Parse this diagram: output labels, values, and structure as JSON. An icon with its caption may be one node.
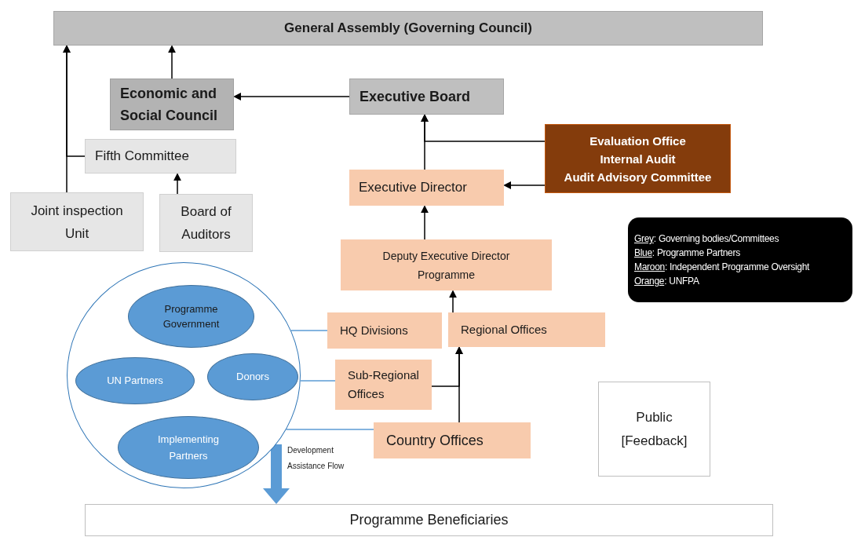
{
  "diagram": {
    "nodes": [
      {
        "text": [
          "General Assembly (Governing Council)"
        ]
      },
      {
        "text": [
          "Economic and Social Council"
        ]
      },
      {
        "text": [
          "Executive Board"
        ]
      },
      {
        "text": [
          "Fifth Committee"
        ]
      },
      {
        "text": [
          "Joint inspection Unit"
        ]
      },
      {
        "text": [
          "Board of Auditors"
        ]
      },
      {
        "text": [
          "Evaluation Office",
          "Internal Audit",
          "Audit Advisory Committee"
        ]
      },
      {
        "text": [
          "Executive Director"
        ]
      },
      {
        "text": [
          "Deputy Executive Director Programme"
        ]
      },
      {
        "text": [],
        "shape": "circle"
      },
      {
        "text": [
          "Programme Government"
        ],
        "in": 9
      },
      {
        "text": [
          "UN Partners"
        ],
        "in": 9
      },
      {
        "text": [
          "Donors"
        ],
        "in": 9
      },
      {
        "text": [
          "Implementing Partners"
        ],
        "in": 9
      },
      {
        "text": [
          "HQ Divisions"
        ]
      },
      {
        "text": [
          "Regional Offices"
        ]
      },
      {
        "text": [
          "Sub-Regional Offices"
        ]
      },
      {
        "text": [
          "Country Offices"
        ]
      },
      {
        "text": [
          "Public [Feedback]"
        ]
      },
      {
        "text": [
          "Programme Beneficiaries"
        ]
      }
    ],
    "edges": [
      {
        "from": 4,
        "to": 0,
        "arrow": "to"
      },
      {
        "from": 3,
        "to": 0,
        "arrow": "to"
      },
      {
        "from": 1,
        "to": 0,
        "arrow": "to"
      },
      {
        "from": 5,
        "to": 3,
        "arrow": "to"
      },
      {
        "from": 2,
        "to": 1,
        "arrow": "to"
      },
      {
        "from": 7,
        "to": 2,
        "arrow": "to"
      },
      {
        "from": 6,
        "to": 2,
        "arrow": "to"
      },
      {
        "from": 6,
        "to": 7,
        "arrow": "to"
      },
      {
        "from": 8,
        "to": 7,
        "arrow": "to"
      },
      {
        "from": 15,
        "to": 8,
        "arrow": "to"
      },
      {
        "from": 17,
        "to": 15,
        "arrow": "to"
      },
      {
        "from": 16,
        "to": 15,
        "arrow": "to"
      },
      {
        "from": 9,
        "to": 14,
        "arrow": "none",
        "color": "#5b9bd5"
      },
      {
        "from": 9,
        "to": 16,
        "arrow": "none",
        "color": "#5b9bd5"
      },
      {
        "from": 9,
        "to": 17,
        "arrow": "none",
        "color": "#5b9bd5"
      },
      {
        "from": 9,
        "to": 19,
        "arrow": "to",
        "style": "thick",
        "color": "#5b9bd5",
        "label": "Development Assistance Flow"
      }
    ],
    "legend": [
      {
        "text": "Grey: Governing bodies/Committees"
      },
      {
        "text": "Blue: Programme Partners"
      },
      {
        "text": "Maroon: Independent Programme Oversight"
      },
      {
        "text": "Orange: UNFPA"
      }
    ]
  }
}
